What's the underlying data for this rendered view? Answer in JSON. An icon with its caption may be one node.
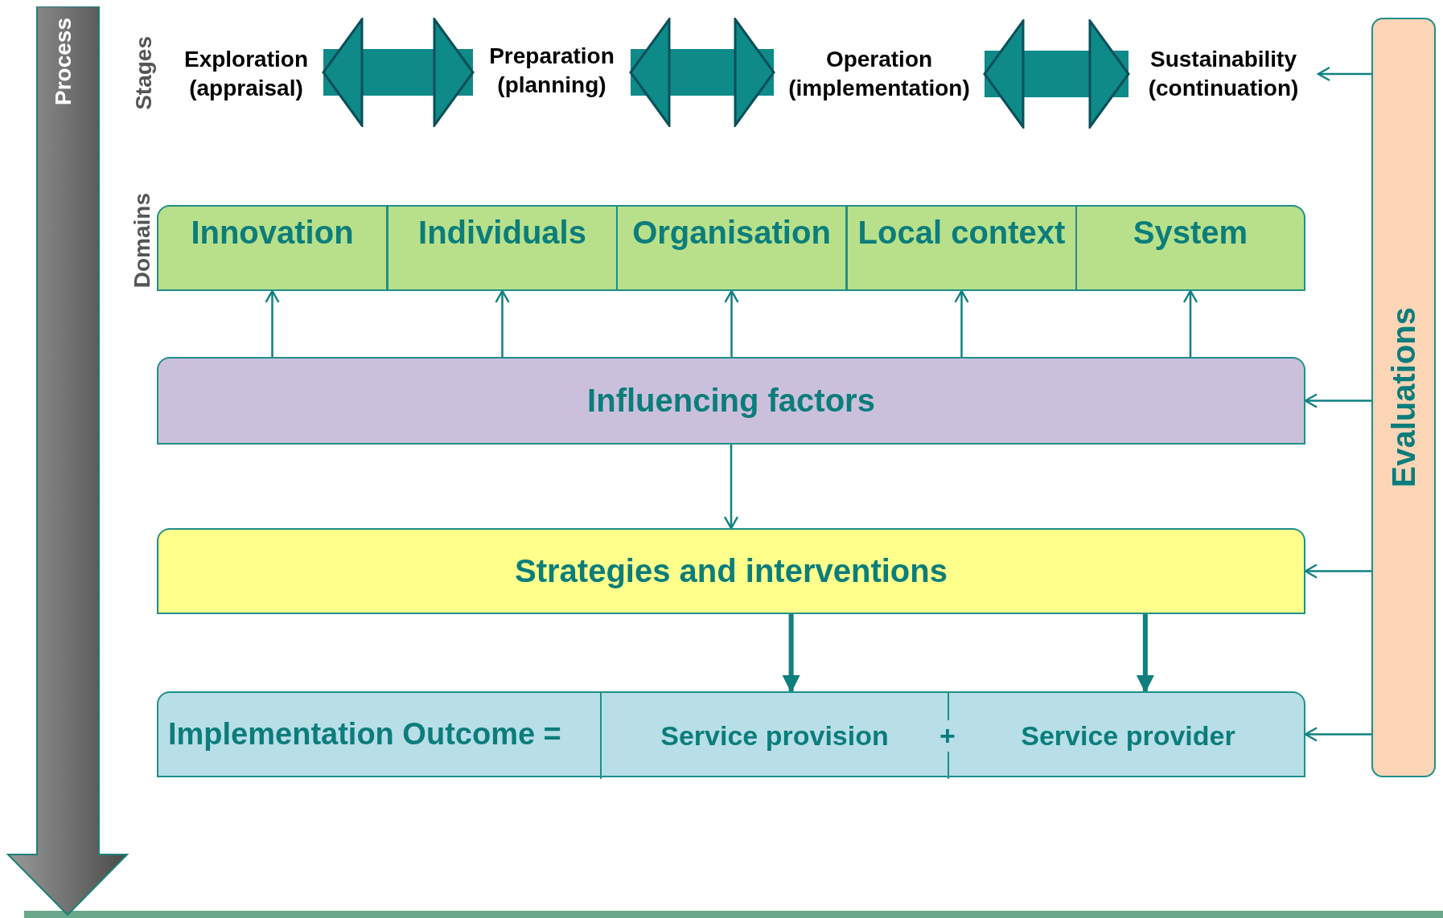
{
  "diagram": {
    "nodes": [
      {
        "text": [
          "Process"
        ]
      },
      {
        "text": [
          "Exploration (appraisal)"
        ]
      },
      {
        "text": [
          "Preparation (planning)"
        ]
      },
      {
        "text": [
          "Operation (implementation)"
        ]
      },
      {
        "text": [
          "Sustainability (continuation)"
        ]
      },
      {
        "text": [
          "Innovation"
        ]
      },
      {
        "text": [
          "Individuals"
        ]
      },
      {
        "text": [
          "Organisation"
        ]
      },
      {
        "text": [
          "Local context"
        ]
      },
      {
        "text": [
          "System"
        ]
      },
      {
        "text": [
          "Influencing factors"
        ]
      },
      {
        "text": [
          "Strategies and interventions"
        ]
      },
      {
        "text": [
          "Implementation Outcome ="
        ]
      },
      {
        "text": [
          "Service provision"
        ],
        "in": 12
      },
      {
        "text": [
          "Service provider"
        ],
        "in": 12
      },
      {
        "text": [
          "Evaluations"
        ]
      }
    ],
    "edges": [
      {
        "from": 1,
        "to": 2,
        "arrow": "both",
        "style": "thick"
      },
      {
        "from": 2,
        "to": 3,
        "arrow": "both",
        "style": "thick"
      },
      {
        "from": 3,
        "to": 4,
        "arrow": "both",
        "style": "thick"
      },
      {
        "from": 10,
        "to": 5,
        "arrow": "to"
      },
      {
        "from": 10,
        "to": 6,
        "arrow": "to"
      },
      {
        "from": 10,
        "to": 7,
        "arrow": "to"
      },
      {
        "from": 10,
        "to": 8,
        "arrow": "to"
      },
      {
        "from": 10,
        "to": 9,
        "arrow": "to"
      },
      {
        "from": 10,
        "to": 11,
        "arrow": "to"
      },
      {
        "from": 11,
        "to": 13,
        "arrow": "to",
        "style": "thick"
      },
      {
        "from": 11,
        "to": 14,
        "arrow": "to",
        "style": "thick"
      },
      {
        "from": 15,
        "to": 4,
        "arrow": "to"
      },
      {
        "from": 15,
        "to": 10,
        "arrow": "to"
      },
      {
        "from": 15,
        "to": 11,
        "arrow": "to"
      },
      {
        "from": 15,
        "to": 12,
        "arrow": "to"
      }
    ],
    "labels": [
      "Stages",
      "Domains",
      "+"
    ]
  }
}
